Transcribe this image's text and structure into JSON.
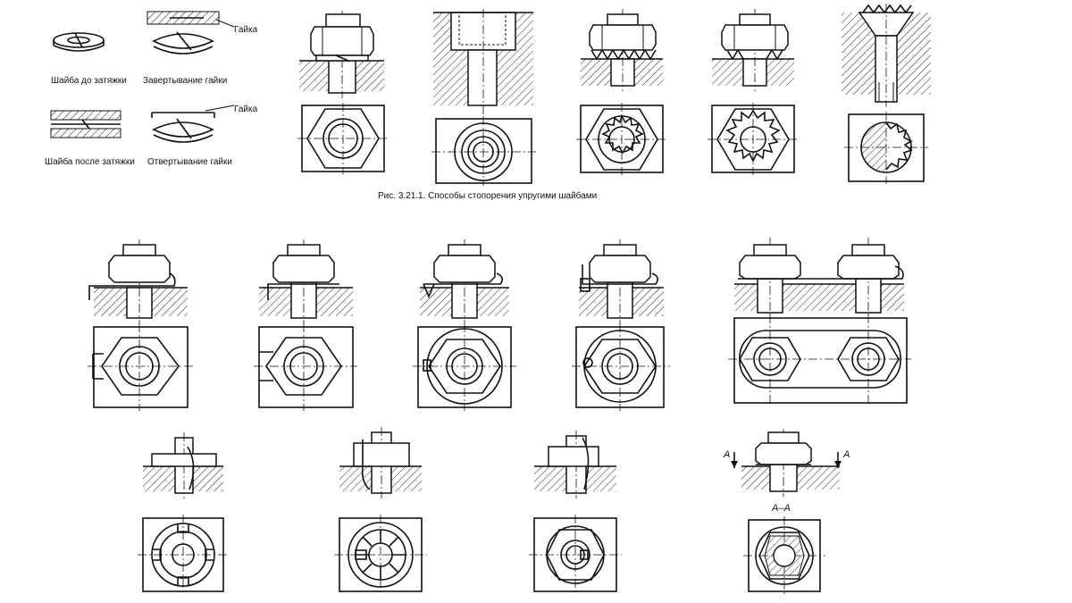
{
  "legend": {
    "washer_before": "Шайба до затяжки",
    "screwing_nut": "Завертывание гайки",
    "washer_after": "Шайба после затяжки",
    "unscrewing_nut": "Отвертывание гайки",
    "nut_label": "Гайка"
  },
  "caption": "Рис. 3.21.1. Способы стопорения упругими шайбами",
  "section": {
    "mark": "А",
    "title": "А–А"
  }
}
